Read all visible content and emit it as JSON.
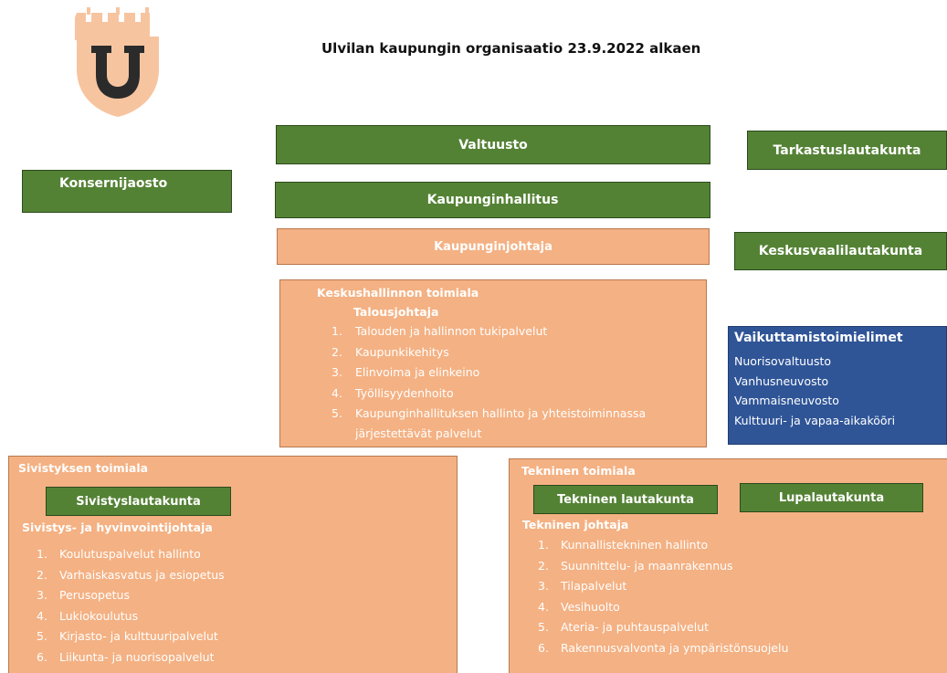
{
  "title": "Ulvilan kaupungin organisaatio 23.9.2022 alkaen",
  "logo": {
    "letter": "U",
    "icon": "city-crest-logo"
  },
  "colors": {
    "green": "#548235",
    "salmon": "#f4b183",
    "blue": "#2f5597"
  },
  "boxes": {
    "valtuusto": "Valtuusto",
    "tarkastuslautakunta": "Tarkastuslautakunta",
    "konsernijaosto": "Konsernijaosto",
    "kaupunginhallitus": "Kaupunginhallitus",
    "kaupunginjohtaja": "Kaupunginjohtaja",
    "keskusvaalilautakunta": "Keskusvaalilautakunta"
  },
  "keskushallinto": {
    "header": "Keskushallinnon toimiala",
    "director": "Talousjohtaja",
    "items": [
      {
        "num": "1.",
        "label": "Talouden ja hallinnon tukipalvelut"
      },
      {
        "num": "2.",
        "label": "Kaupunkikehitys"
      },
      {
        "num": "3.",
        "label": "Elinvoima ja elinkeino"
      },
      {
        "num": "4.",
        "label": "Työllisyydenhoito"
      },
      {
        "num": "5.",
        "label": "Kaupunginhallituksen hallinto ja yhteistoiminnassa",
        "cont": "järjestettävät palvelut"
      }
    ]
  },
  "vaikuttamis": {
    "header": "Vaikuttamistoimielimet",
    "items": [
      "Nuorisovaltuusto",
      "Vanhusneuvosto",
      "Vammaisneuvosto",
      "Kulttuuri- ja vapaa-aikaköõri"
    ]
  },
  "sivistys": {
    "header": "Sivistyksen toimiala",
    "board": "Sivistyslautakunta",
    "director": "Sivistys- ja hyvinvointijohtaja",
    "items": [
      {
        "num": "1.",
        "label": "Koulutuspalvelut hallinto"
      },
      {
        "num": "2.",
        "label": "Varhaiskasvatus ja esiopetus"
      },
      {
        "num": "3.",
        "label": "Perusopetus"
      },
      {
        "num": "4.",
        "label": "Lukiokoulutus"
      },
      {
        "num": "5.",
        "label": "Kirjasto- ja kulttuuripalvelut"
      },
      {
        "num": "6.",
        "label": "Liikunta- ja nuorisopalvelut"
      }
    ]
  },
  "tekninen": {
    "header": "Tekninen toimiala",
    "board1": "Tekninen lautakunta",
    "board2": "Lupalautakunta",
    "director": "Tekninen johtaja",
    "items": [
      {
        "num": "1.",
        "label": "Kunnallistekninen hallinto"
      },
      {
        "num": "2.",
        "label": "Suunnittelu- ja maanrakennus"
      },
      {
        "num": "3.",
        "label": "Tilapalvelut"
      },
      {
        "num": "4.",
        "label": "Vesihuolto"
      },
      {
        "num": "5.",
        "label": "Ateria- ja puhtauspalvelut"
      },
      {
        "num": "6.",
        "label": "Rakennusvalvonta ja ympäristönsuojelu"
      }
    ]
  }
}
